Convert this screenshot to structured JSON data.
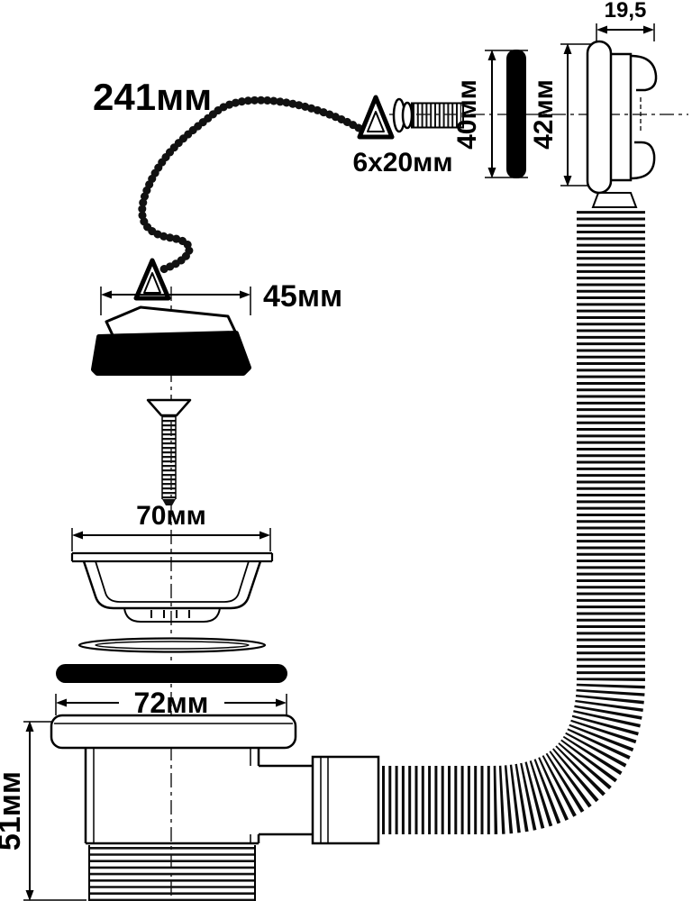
{
  "diagram": {
    "title": "Sink waste with overflow - dimensioned technical drawing",
    "labels": {
      "chain_length": "241мм",
      "screw_spec": "6x20мм",
      "overflow_washer_height": "40мм",
      "overflow_cover_height": "42мм",
      "overflow_cover_depth": "19,5",
      "plug_diameter": "45мм",
      "strainer_diameter": "70мм",
      "flange_diameter": "72мм",
      "body_height": "51мм"
    },
    "colors": {
      "line": "#000000",
      "fill_black": "#000000",
      "background": "#ffffff"
    }
  }
}
